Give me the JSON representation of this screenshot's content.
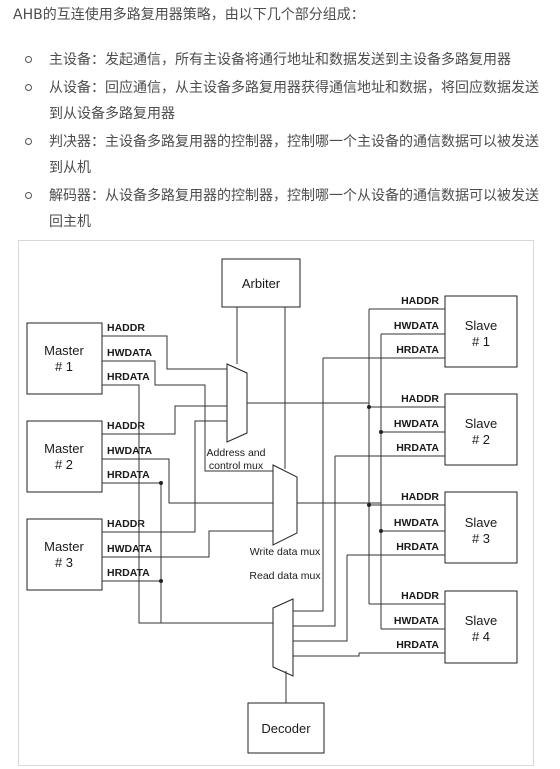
{
  "intro": "AHB的互连使用多路复用器策略，由以下几个部分组成：",
  "bullets": [
    "主设备：发起通信，所有主设备将通行地址和数据发送到主设备多路复用器",
    "从设备：回应通信，从主设备多路复用器获得通信地址和数据，将回应数据发送到从设备多路复用器",
    "判决器：主设备多路复用器的控制器，控制哪一个主设备的通信数据可以被发送到从机",
    "解码器：从设备多路复用器的控制器，控制哪一个从设备的通信数据可以被发送回主机"
  ],
  "diagram": {
    "arbiter": "Arbiter",
    "decoder": "Decoder",
    "masters": [
      {
        "line1": "Master",
        "line2": "# 1"
      },
      {
        "line1": "Master",
        "line2": "# 2"
      },
      {
        "line1": "Master",
        "line2": "# 3"
      }
    ],
    "slaves": [
      {
        "line1": "Slave",
        "line2": "# 1"
      },
      {
        "line1": "Slave",
        "line2": "# 2"
      },
      {
        "line1": "Slave",
        "line2": "# 3"
      },
      {
        "line1": "Slave",
        "line2": "# 4"
      }
    ],
    "signals": {
      "addr": "HADDR",
      "wdata": "HWDATA",
      "rdata": "HRDATA"
    },
    "mux_addr": {
      "line1": "Address and",
      "line2": "control mux"
    },
    "mux_write": "Write data mux",
    "mux_read": "Read data mux"
  }
}
